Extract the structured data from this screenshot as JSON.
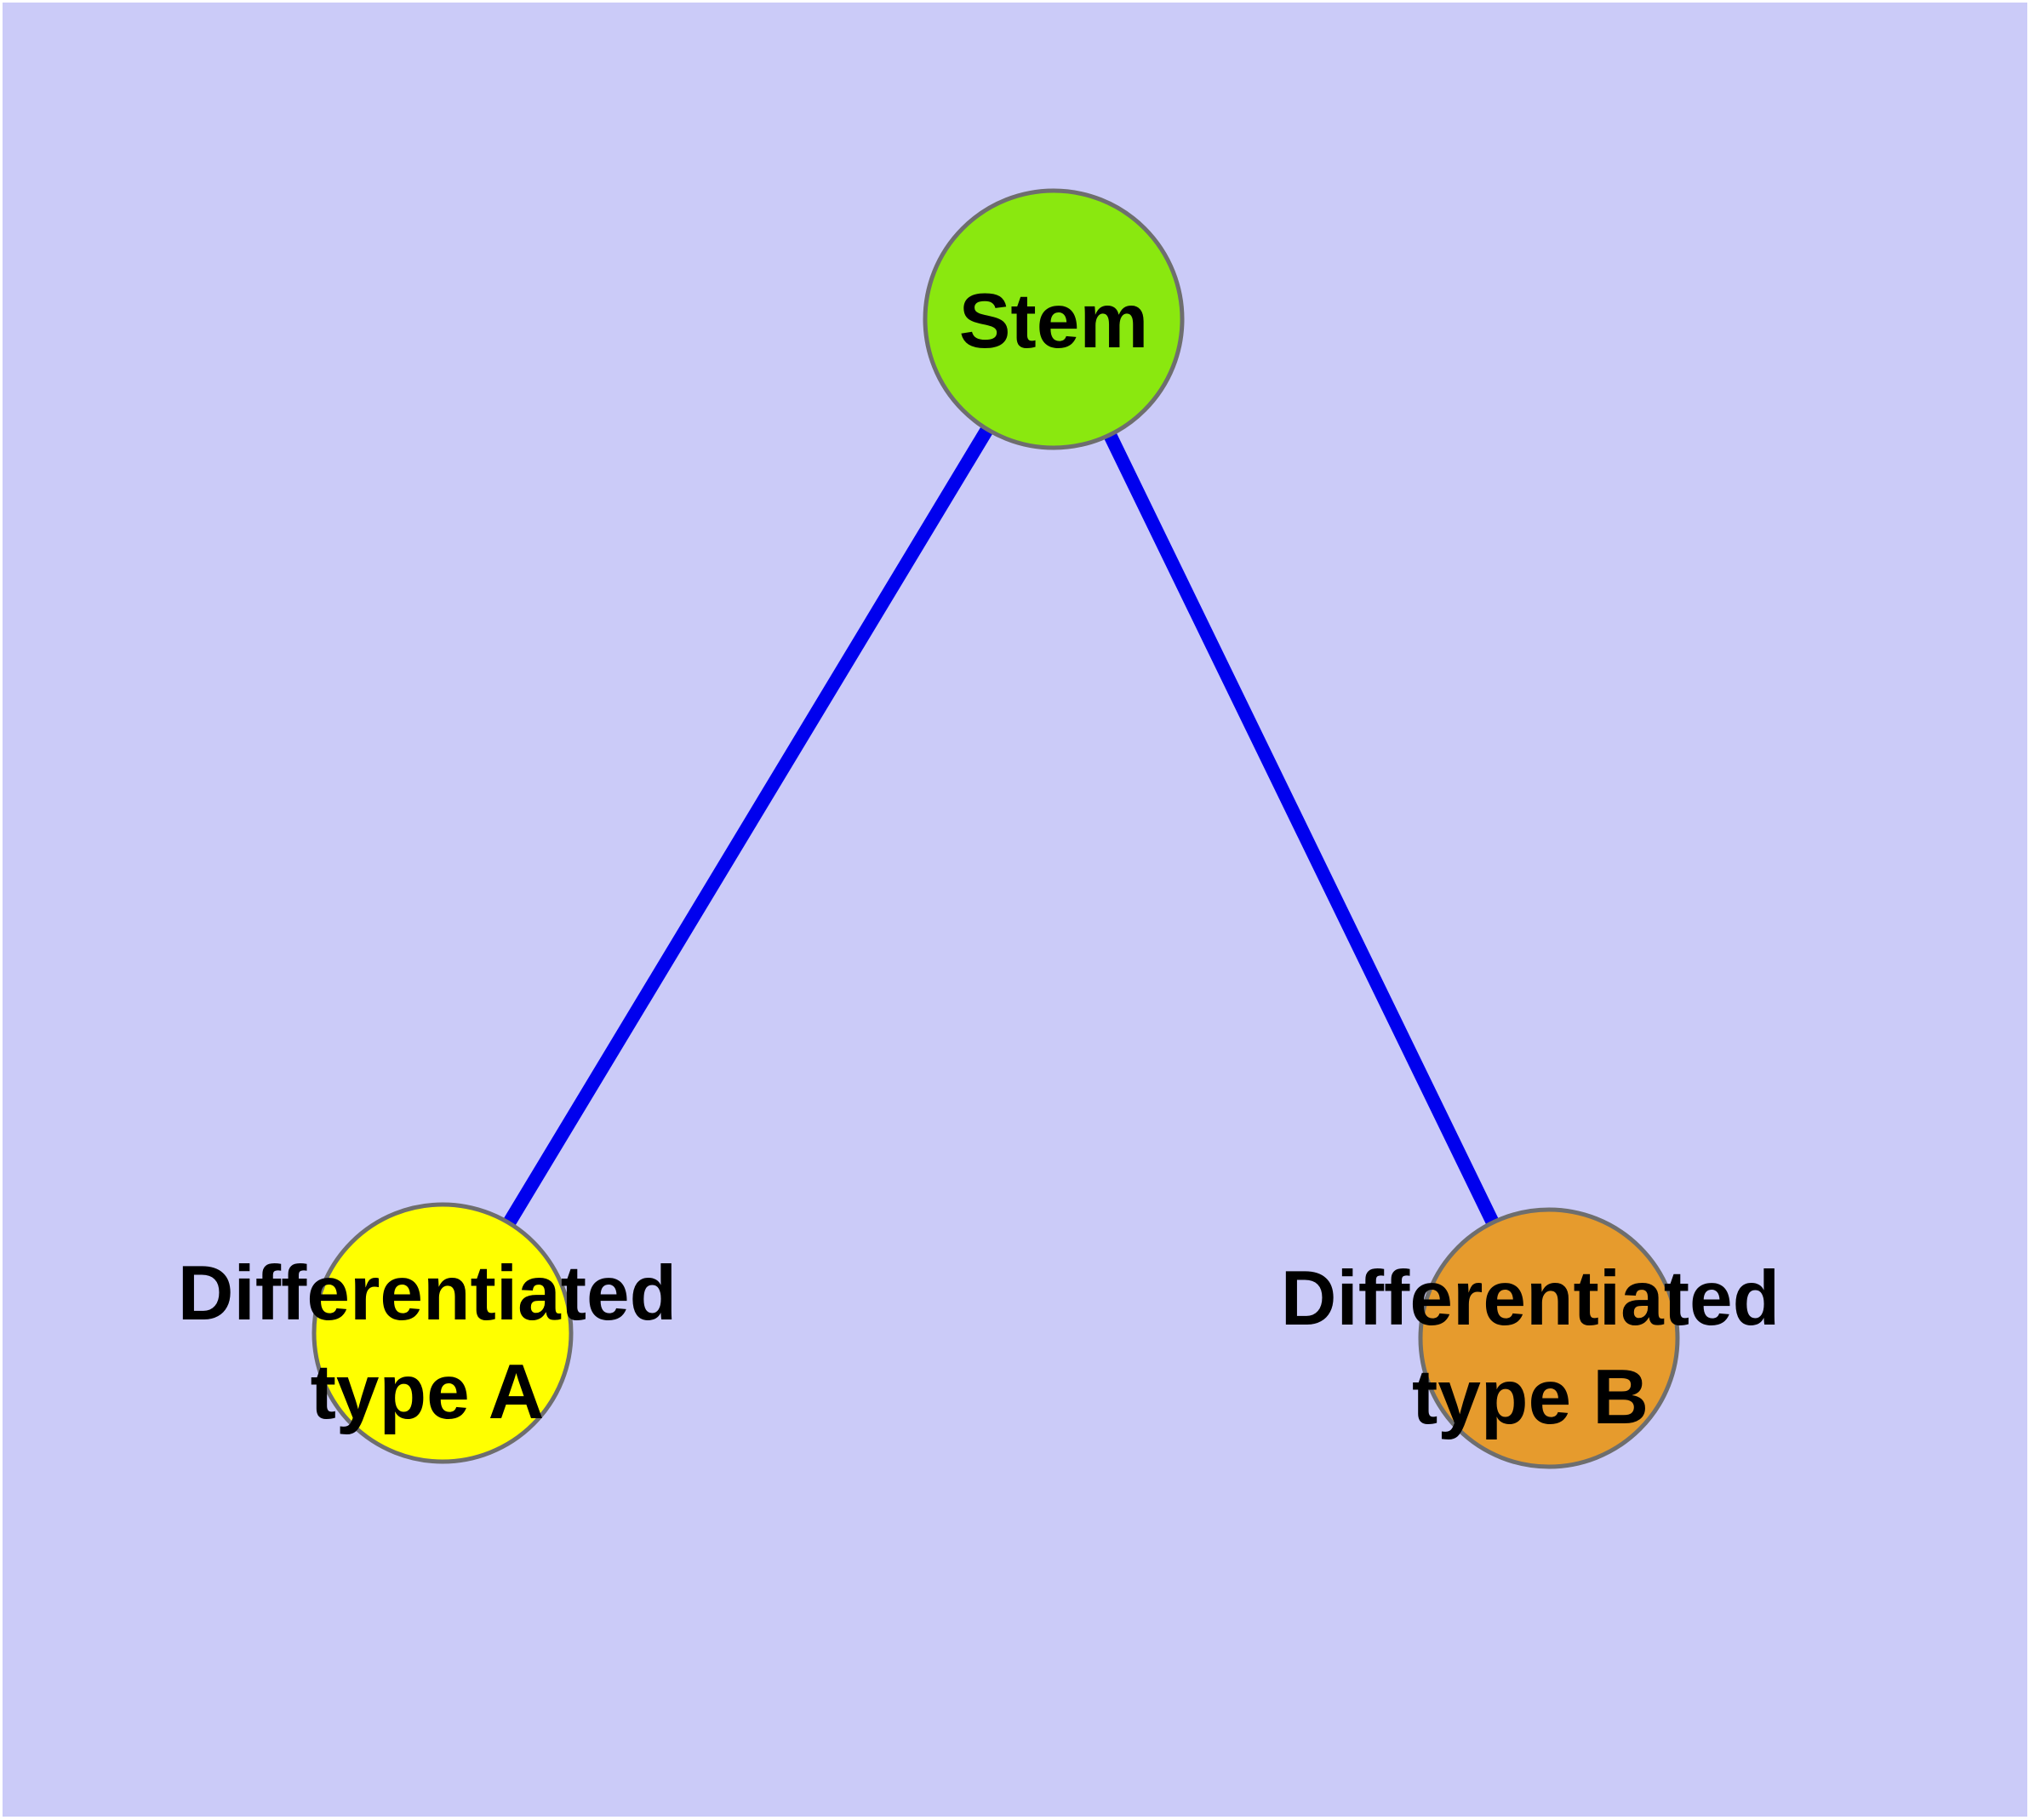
{
  "diagram": {
    "background_color": "#CBCBF8",
    "edge_color": "#0000EE",
    "node_border_color": "#6E6E6E",
    "nodes": {
      "stem": {
        "label": "Stem",
        "color": "#8AE80F"
      },
      "type_a": {
        "label_line1": "Differentiated",
        "label_line2": "type A",
        "color": "#FFFF00"
      },
      "type_b": {
        "label_line1": "Differentiated",
        "label_line2": "type B",
        "color": "#E69B2D"
      }
    },
    "edges": [
      {
        "from": "Stem",
        "to": "Differentiated type A"
      },
      {
        "from": "Stem",
        "to": "Differentiated type B"
      }
    ]
  }
}
